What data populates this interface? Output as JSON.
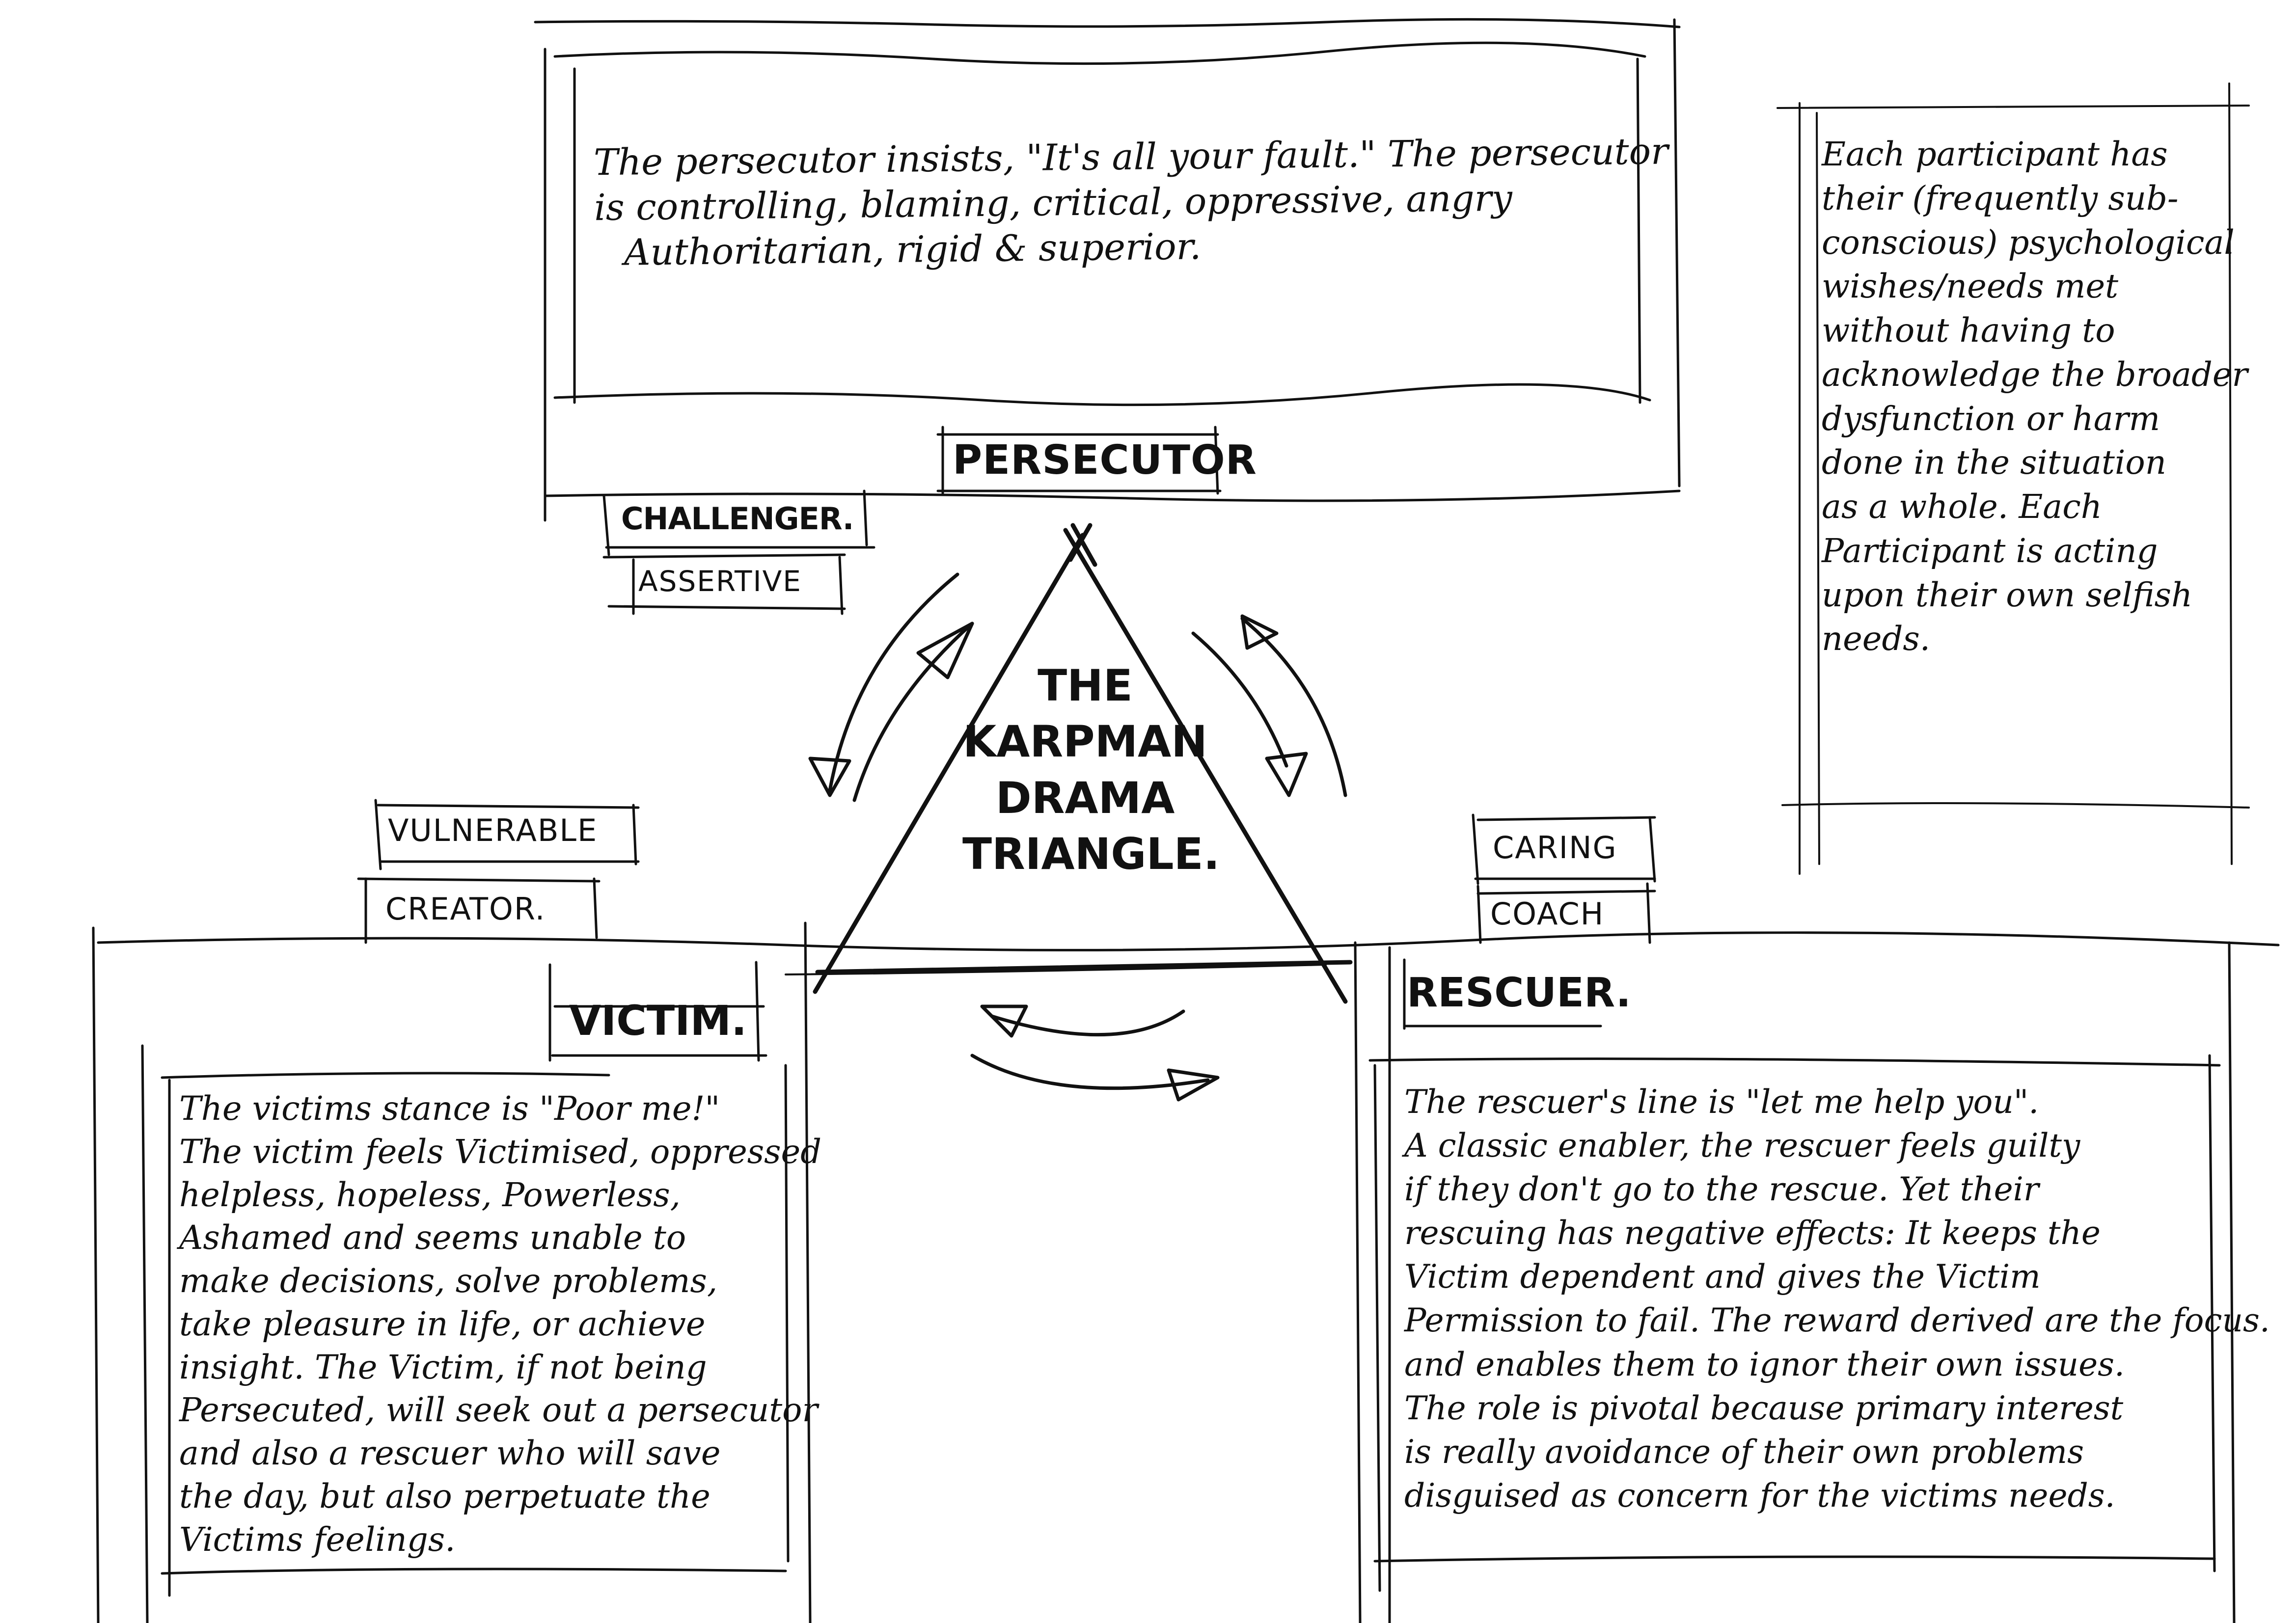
{
  "persecutor": {
    "description_lines": [
      "The persecutor insists, \"It's all your fault.\" The persecutor",
      "is controlling, blaming, critical, oppressive, angry",
      "Authoritarian, rigid & superior."
    ],
    "label": "PERSECUTOR",
    "alt_label_1": "CHALLENGER.",
    "alt_label_2": "ASSERTIVE"
  },
  "side_note": {
    "lines": [
      "Each participant has",
      "their (frequently sub-",
      "conscious) psychological",
      "wishes/needs met",
      "without having to",
      "acknowledge the broader",
      "dysfunction or harm",
      "done in the situation",
      "as a whole. Each",
      "Participant is acting",
      "upon their own selfish",
      "needs."
    ]
  },
  "triangle": {
    "title_lines": [
      "THE",
      "KARPMAN",
      "DRAMA",
      "TRIANGLE."
    ]
  },
  "victim": {
    "label": "VICTIM.",
    "alt_label_1": "VULNERABLE",
    "alt_label_2": "CREATOR.",
    "description_lines": [
      "The victims stance is \"Poor me!\"",
      "The victim feels Victimised, oppressed",
      "helpless, hopeless, Powerless,",
      "Ashamed and seems unable to",
      "make decisions, solve problems,",
      "take pleasure in life, or achieve",
      "insight. The Victim, if not being",
      "Persecuted, will seek out a persecutor",
      "and also a rescuer who will save",
      "the day, but also perpetuate the",
      "Victims feelings."
    ]
  },
  "rescuer": {
    "label": "RESCUER.",
    "alt_label_1": "CARING",
    "alt_label_2": "COACH",
    "description_lines": [
      "The rescuer's line is \"let me help you\".",
      "A classic enabler, the rescuer feels guilty",
      "if they don't go to the rescue. Yet their",
      "rescuing has negative effects: It keeps the",
      "Victim dependent and gives the Victim",
      "Permission to fail. The reward derived are the focus.",
      "and enables them to ignor their own issues.",
      "The role is pivotal because primary interest",
      "is really avoidance of their own problems",
      "disguised as concern for the victims needs."
    ]
  },
  "colors": {
    "ink": "#111111",
    "paper": "#ffffff"
  }
}
